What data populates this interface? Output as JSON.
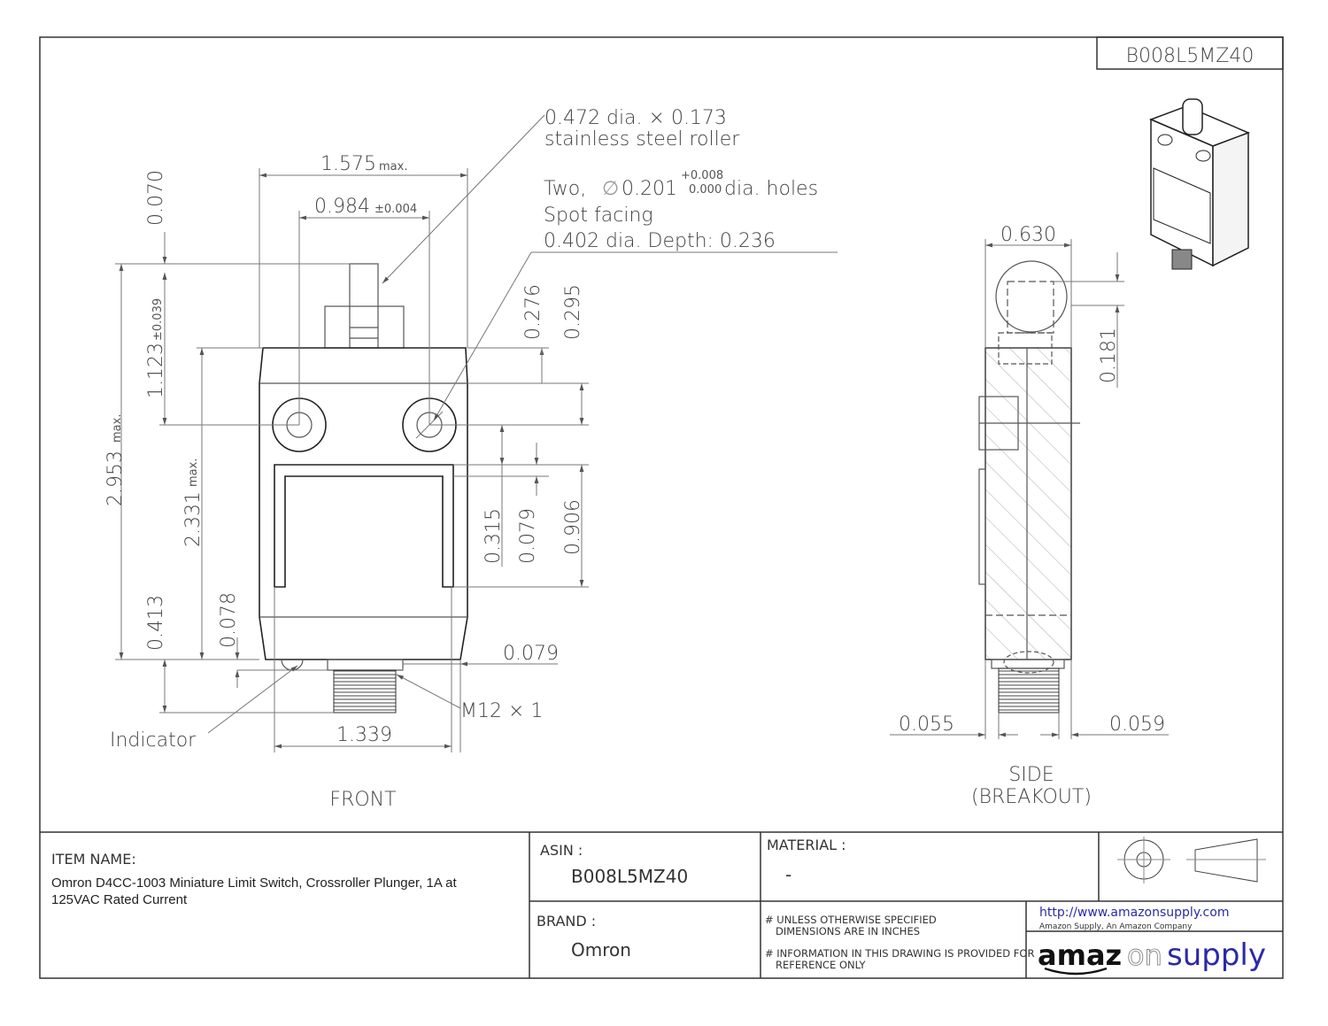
{
  "tag": "B008L5MZ40",
  "callouts": {
    "roller_line1": "0.472 dia. × 0.173",
    "roller_line2": "stainless steel roller",
    "holes_prefix": "Two, ",
    "holes_symbol": "∅",
    "holes_value": "0.201",
    "holes_tol_plus": "+0.008",
    "holes_tol_minus": "0.000",
    "holes_suffix": " dia. holes",
    "spot_facing": "Spot facing",
    "spot_depth": "0.402 dia. Depth: 0.236",
    "indicator": "Indicator",
    "thread": "M12 × 1"
  },
  "front": {
    "view_label": "FRONT",
    "dims": {
      "width_max": "1.575",
      "width_max_suffix": "max.",
      "hole_spacing": "0.984",
      "hole_spacing_tol": "±0.004",
      "top_070": "0.070",
      "height_1123": "1.123",
      "height_1123_tol": "±0.039",
      "overall_2953": "2.953",
      "overall_2953_suffix": "max.",
      "body_2331": "2.331",
      "body_2331_suffix": "max.",
      "d_276": "0.276",
      "d_295": "0.295",
      "d_315": "0.315",
      "d_079v": "0.079",
      "d_906": "0.906",
      "d_413": "0.413",
      "d_078": "0.078",
      "d_079h": "0.079",
      "base_1339": "1.339"
    }
  },
  "side": {
    "view_label_1": "SIDE",
    "view_label_2": "(BREAKOUT)",
    "dims": {
      "width_630": "0.630",
      "d_181": "0.181",
      "d_055": "0.055",
      "d_059": "0.059"
    }
  },
  "title_block": {
    "item_name_label": "ITEM NAME:",
    "item_name_value": "Omron D4CC-1003 Miniature Limit Switch, Crossroller Plunger, 1A at 125VAC Rated Current",
    "asin_label": "ASIN :",
    "asin_value": "B008L5MZ40",
    "material_label": "MATERIAL :",
    "material_value": "-",
    "brand_label": "BRAND :",
    "brand_value": "Omron",
    "note1_line1": "# UNLESS OTHERWISE SPECIFIED",
    "note1_line2": "DIMENSIONS ARE IN INCHES",
    "note2_line1": "# INFORMATION IN THIS DRAWING IS PROVIDED FOR",
    "note2_line2": "REFERENCE ONLY",
    "url": "http://www.amazonsupply.com",
    "company": "Amazon Supply, An Amazon Company",
    "logo_text_1": "amaz",
    "logo_text_2": "on",
    "logo_text_3": "supply"
  },
  "colors": {
    "logo_blue": "#2a2aa8",
    "line": "#555555"
  }
}
